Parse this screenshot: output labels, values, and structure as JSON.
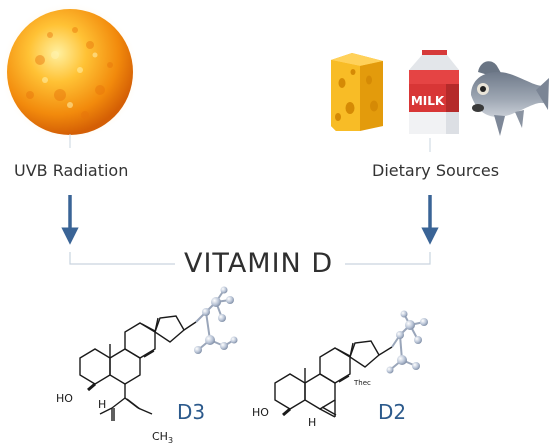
{
  "title": "VITAMIN D",
  "sources": {
    "uvb": {
      "label": "UVB Radiation",
      "icon": "sun-icon"
    },
    "dietary": {
      "label": "Dietary Sources",
      "icons": [
        "cheese-icon",
        "milk-carton-icon",
        "fish-icon"
      ]
    }
  },
  "food": {
    "milk_text": "MILK"
  },
  "forms": [
    {
      "label": "D3",
      "hydroxyl": "HO",
      "hydrogen": "H",
      "methyl": "CH",
      "methyl_sub": "3"
    },
    {
      "label": "D2",
      "hydroxyl": "HO",
      "hydrogen": "H",
      "annotation": "Thec"
    }
  ],
  "colors": {
    "arrow": "#3a6496",
    "bracket": "#c9d4df",
    "label": "#2c5a8c",
    "text": "#333333"
  }
}
